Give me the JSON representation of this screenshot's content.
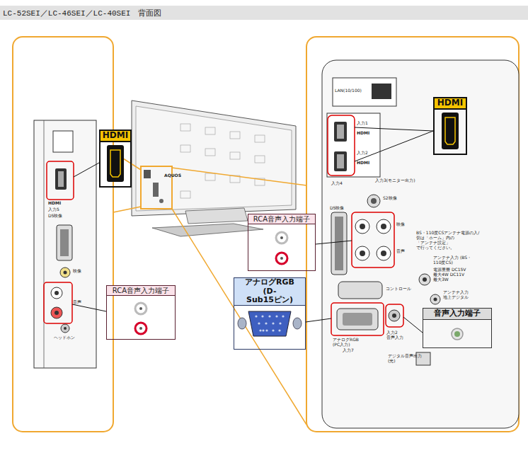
{
  "diagram": {
    "title": "LC-52SEI／LC-46SEI／LC-40SEI　背面図",
    "nodes": [
      {
        "text": [
          "HDMI"
        ]
      },
      {
        "text": [
          "HDMI"
        ]
      },
      {
        "text": [
          "RCA音声入力端子"
        ]
      },
      {
        "text": [
          "アナログRGB (D-Sub15ピン)"
        ]
      },
      {
        "text": [
          "RCA音声入力端子"
        ]
      },
      {
        "text": [
          "音声入力端子"
        ]
      }
    ],
    "labels": [
      "AQUOS",
      "HDMI",
      "入力5",
      "D5映像",
      "映像",
      "音声",
      "ヘッドホン",
      "LAN(10/100)",
      "入力1",
      "HDMI",
      "入力2",
      "HDMI",
      "入力4",
      "入力3(モニター出力)",
      "D5映像",
      "S2映像",
      "映像",
      "音声",
      "BS・110度CSアンテナ電源の入/切は「ホーム」内の「アンテナ設定」で行ってください。",
      "アンテナ入力 (BS・110度CS)",
      "電源重畳 DC15V 最大4W DC11V 最大3W",
      "コントロール",
      "アンテナ入力 地上デジタル",
      "アナログRGB (PC入力)",
      "入力7",
      "入力2 音声入力",
      "デジタル音声出力 (光)"
    ]
  }
}
